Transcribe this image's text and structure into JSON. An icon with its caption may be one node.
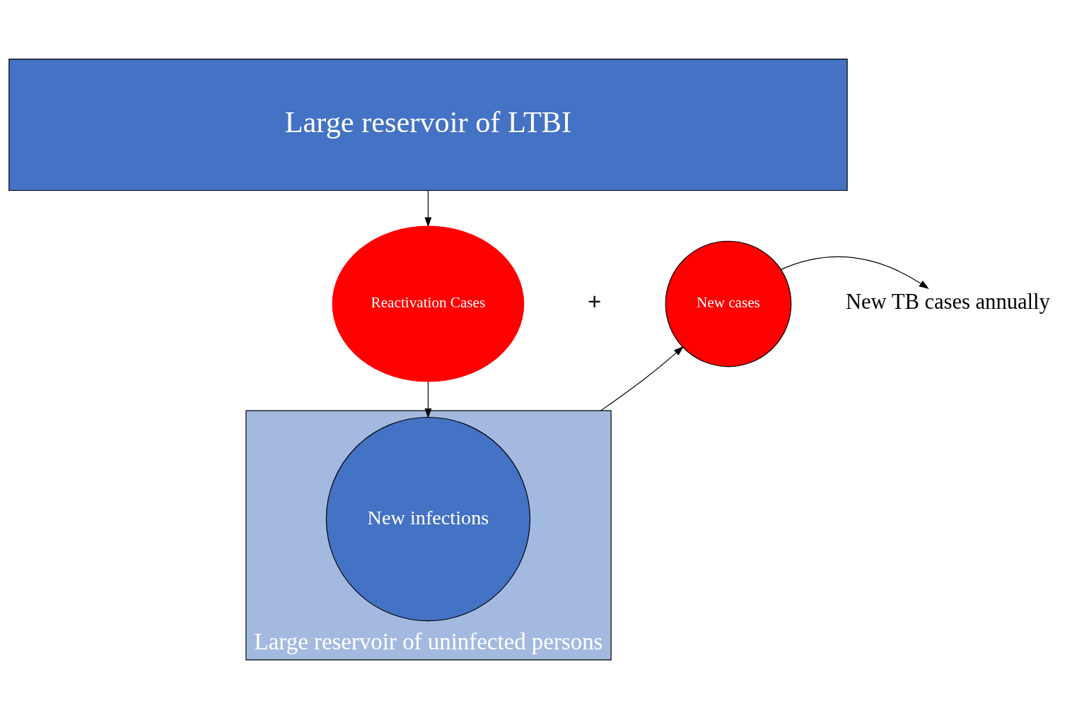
{
  "diagram": {
    "nodes": [
      {
        "text": [
          "Large reservoir of LTBI"
        ]
      },
      {
        "text": [
          "Reactivation Cases"
        ]
      },
      {
        "text": [
          "New cases"
        ]
      },
      {
        "text": [
          "New TB cases annually"
        ]
      },
      {
        "text": [
          "Large reservoir of uninfected persons"
        ]
      },
      {
        "text": [
          "New infections"
        ],
        "in": 4
      }
    ],
    "edges": [
      {
        "from": 0,
        "to": 1,
        "arrow": "to"
      },
      {
        "from": 1,
        "to": 5,
        "arrow": "to"
      },
      {
        "from": 4,
        "to": 2,
        "arrow": "to"
      },
      {
        "from": 2,
        "to": 3,
        "arrow": "to"
      }
    ],
    "labels": [
      "+"
    ]
  }
}
